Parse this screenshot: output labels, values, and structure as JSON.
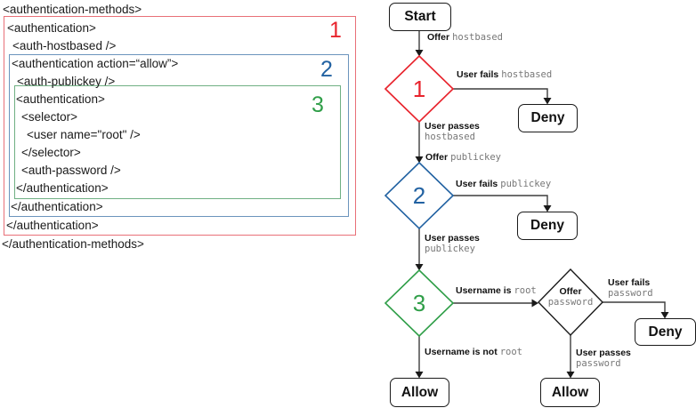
{
  "xml_panel": {
    "lines": [
      "<authentication-methods>",
      "<authentication>",
      "<auth-hostbased />",
      "<authentication action=“allow”>",
      "<auth-publickey />",
      "<authentication>",
      "<selector>",
      "<user name=\"root\" />",
      "</selector>",
      "<auth-password />",
      "</authentication>",
      "</authentication>",
      "</authentication>",
      "</authentication-methods>"
    ],
    "region_labels": [
      "1",
      "2",
      "3"
    ]
  },
  "flowchart": {
    "nodes": {
      "start": "Start",
      "deny1": "Deny",
      "deny2": "Deny",
      "deny3": "Deny",
      "allow1": "Allow",
      "allow2": "Allow"
    },
    "decisions": {
      "d1": "1",
      "d2": "2",
      "d3": "3",
      "password_offer": {
        "sans": "Offer",
        "mono": "password"
      }
    },
    "labels": {
      "offer_hostbased": {
        "sans": "Offer",
        "mono": "hostbased"
      },
      "user_fails_hostbased": {
        "sans": "User fails",
        "mono": "hostbased"
      },
      "user_passes_hostbased": {
        "sans": "User passes",
        "mono": "hostbased"
      },
      "offer_publickey": {
        "sans": "Offer",
        "mono": "publickey"
      },
      "user_fails_publickey": {
        "sans": "User fails",
        "mono": "publickey"
      },
      "user_passes_publickey": {
        "sans": "User passes",
        "mono": "publickey"
      },
      "username_is_root": {
        "sans": "Username is",
        "mono": "root"
      },
      "user_fails_password": {
        "sans": "User fails",
        "mono": "password"
      },
      "username_is_not_root": {
        "sans": "Username is not",
        "mono": "root"
      },
      "user_passes_password": {
        "sans": "User passes",
        "mono": "password"
      }
    }
  },
  "colors": {
    "region1_box": "#e87078",
    "region2_box": "#6b94bd",
    "region3_box": "#6fb083",
    "numeral1_and_diamond1": "#e8242d",
    "numeral2_and_diamond2": "#2262a2",
    "numeral3_and_diamond3": "#2f9e48",
    "password_diamond": "#1a1a1a",
    "connector_line": "#3d3d3d",
    "mono_text": "#777777"
  }
}
